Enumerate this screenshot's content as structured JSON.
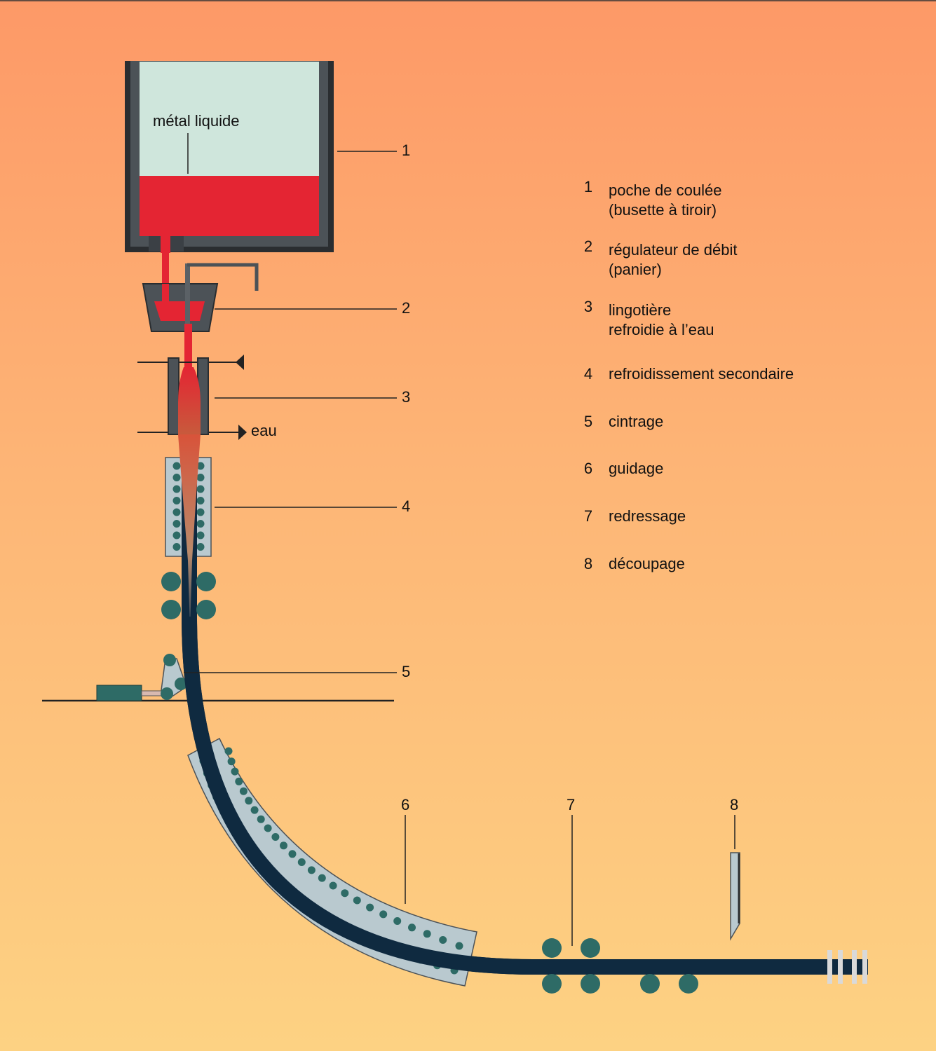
{
  "labels": {
    "metal": "métal liquide",
    "water": "eau"
  },
  "callouts": [
    "1",
    "2",
    "3",
    "4",
    "5",
    "6",
    "7",
    "8"
  ],
  "legend": [
    {
      "num": "1",
      "line1": "poche de coulée",
      "line2": "(busette à tiroir)"
    },
    {
      "num": "2",
      "line1": "régulateur de débit",
      "line2": "(panier)"
    },
    {
      "num": "3",
      "line1": "lingotière",
      "line2": "refroidie à l’eau"
    },
    {
      "num": "4",
      "line1": "refroidissement secondaire",
      "line2": ""
    },
    {
      "num": "5",
      "line1": "cintrage",
      "line2": ""
    },
    {
      "num": "6",
      "line1": "guidage",
      "line2": ""
    },
    {
      "num": "7",
      "line1": "redressage",
      "line2": ""
    },
    {
      "num": "8",
      "line1": "découpage",
      "line2": ""
    }
  ],
  "colors": {
    "metal": "#e42533",
    "liquid_top": "#cfe6dc",
    "frame": "#4c5257",
    "roller": "#2e6b66",
    "strand": "#0f2a40",
    "guide": "#b9c9cf"
  }
}
